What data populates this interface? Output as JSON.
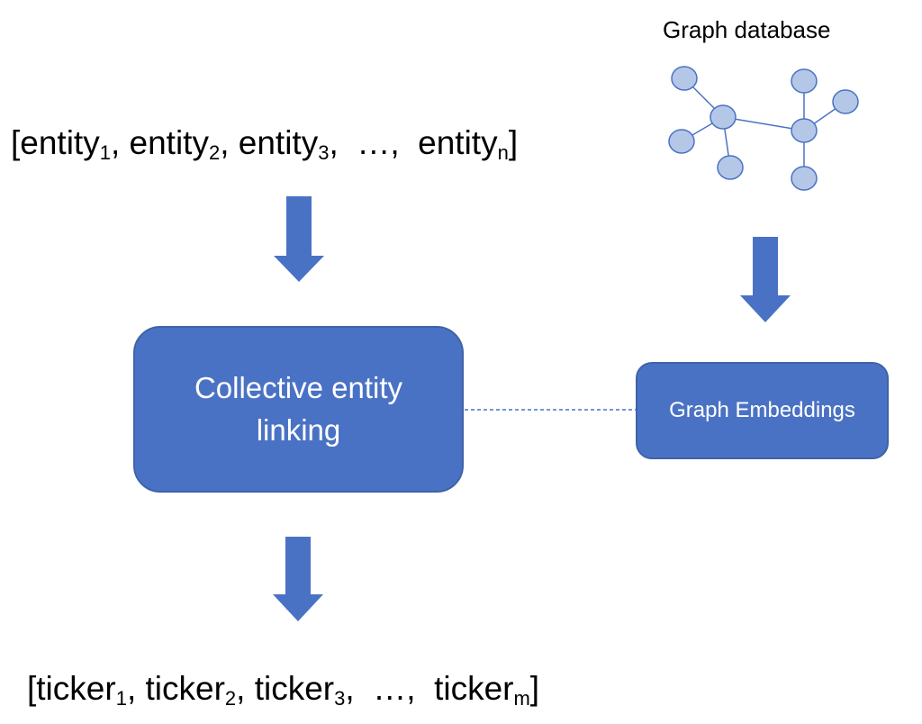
{
  "input_sequence": {
    "open": "[",
    "items": [
      {
        "text": "entity",
        "sub": "1",
        "sep": ", "
      },
      {
        "text": "entity",
        "sub": "2",
        "sep": ", "
      },
      {
        "text": "entity",
        "sub": "3",
        "sep": ",  "
      },
      {
        "text": "…,  ",
        "sub": "",
        "sep": ""
      },
      {
        "text": "entity",
        "sub": "n",
        "sep": ""
      }
    ],
    "close": "]"
  },
  "output_sequence": {
    "open": "[",
    "items": [
      {
        "text": "ticker",
        "sub": "1",
        "sep": ", "
      },
      {
        "text": "ticker",
        "sub": "2",
        "sep": ", "
      },
      {
        "text": "ticker",
        "sub": "3",
        "sep": ",  "
      },
      {
        "text": "…,  ",
        "sub": "",
        "sep": ""
      },
      {
        "text": "ticker",
        "sub": "m",
        "sep": ""
      }
    ],
    "close": "]"
  },
  "graph_database": {
    "title": "Graph database"
  },
  "collective_entity_linking": {
    "line1": "Collective entity",
    "line2": "linking"
  },
  "graph_embeddings": {
    "label": "Graph Embeddings"
  },
  "colors": {
    "box_fill": "#4a72c4",
    "node_fill": "#b4c7e7",
    "edge": "#4a72c4"
  }
}
